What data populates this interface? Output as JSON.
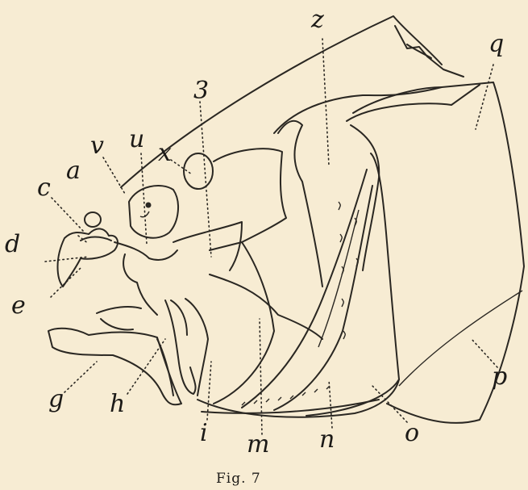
{
  "figure": {
    "caption": "Fig. 7",
    "labels": {
      "a": "a",
      "c": "c",
      "d": "d",
      "e": "e",
      "g": "g",
      "h": "h",
      "i": "i",
      "m": "m",
      "n": "n",
      "o": "o",
      "p": "p",
      "q": "q",
      "u": "u",
      "v": "v",
      "x": "x",
      "z": "z",
      "3": "3"
    }
  }
}
